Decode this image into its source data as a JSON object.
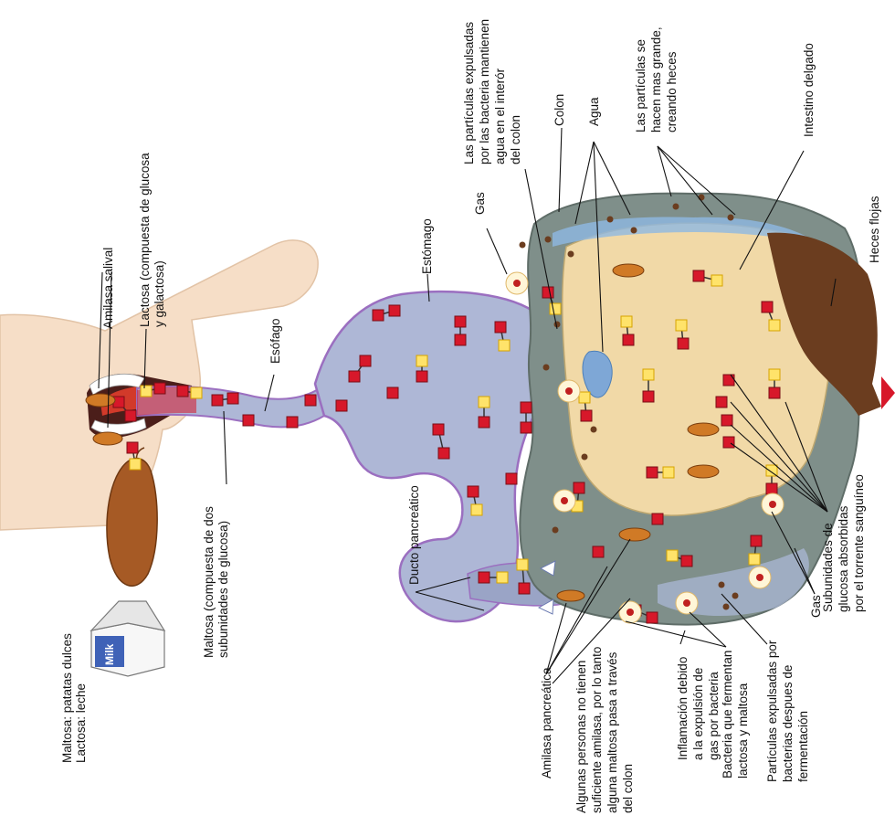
{
  "colors": {
    "glucose": "#d7182a",
    "galactose": "#ffe36a",
    "tract": "#aeb7d6",
    "tract_outline": "#9b6fc0",
    "small_intestine": "#f1d9a7",
    "colon": "#7f8f8a",
    "feces": "#6b3d1f",
    "skin": "#f6dec7"
  },
  "labels": {
    "food": [
      "Maltosa: patatas dulces",
      "Lactosa: leche"
    ],
    "milk_carton": "Milk",
    "maltose": [
      "Maltosa (compuesta de dos",
      "subunidades de glucosa)"
    ],
    "salivary_amylase": "Amilasa salival",
    "lactose": [
      "Lactosa (compuesta de glucosa",
      "y galactosa)"
    ],
    "esophagus": "Esófago",
    "stomach": "Estómago",
    "pancreatic_duct": "Ducto pancreático",
    "pancreatic_amylase": "Amilasa pancreática",
    "insufficient_amylase": [
      "Algunas personas no tienen",
      "suficiente amilasa, por lo tanto",
      "alguna maltosa pasa a través",
      "del colon"
    ],
    "inflammation": [
      "Inflamación debido",
      "a la expulsión de",
      "gas por bacteria"
    ],
    "bacteria_ferment": [
      "Bacteria que fermentan",
      "lactosa y maltosa"
    ],
    "expelled_particles": [
      "Partículas expulsadas por",
      "bacterias despues de",
      "fermentación"
    ],
    "gas_bottom": "Gas",
    "absorbed": [
      "Subunidades de",
      "glucosa absorbidas",
      "por el torrente sanguíneo"
    ],
    "loose_stool": "Heces flojas",
    "small_intestine": "Intestino delgado",
    "particles_grow": [
      "Las partículas se",
      "hacen mas grande,",
      "creando heces"
    ],
    "water": "Agua",
    "colon": "Colon",
    "particles_water": [
      "Las partículas expulsadas",
      "por las bacteria mantienen",
      "agua en el interór",
      "del colon"
    ],
    "gas_top": "Gas"
  }
}
